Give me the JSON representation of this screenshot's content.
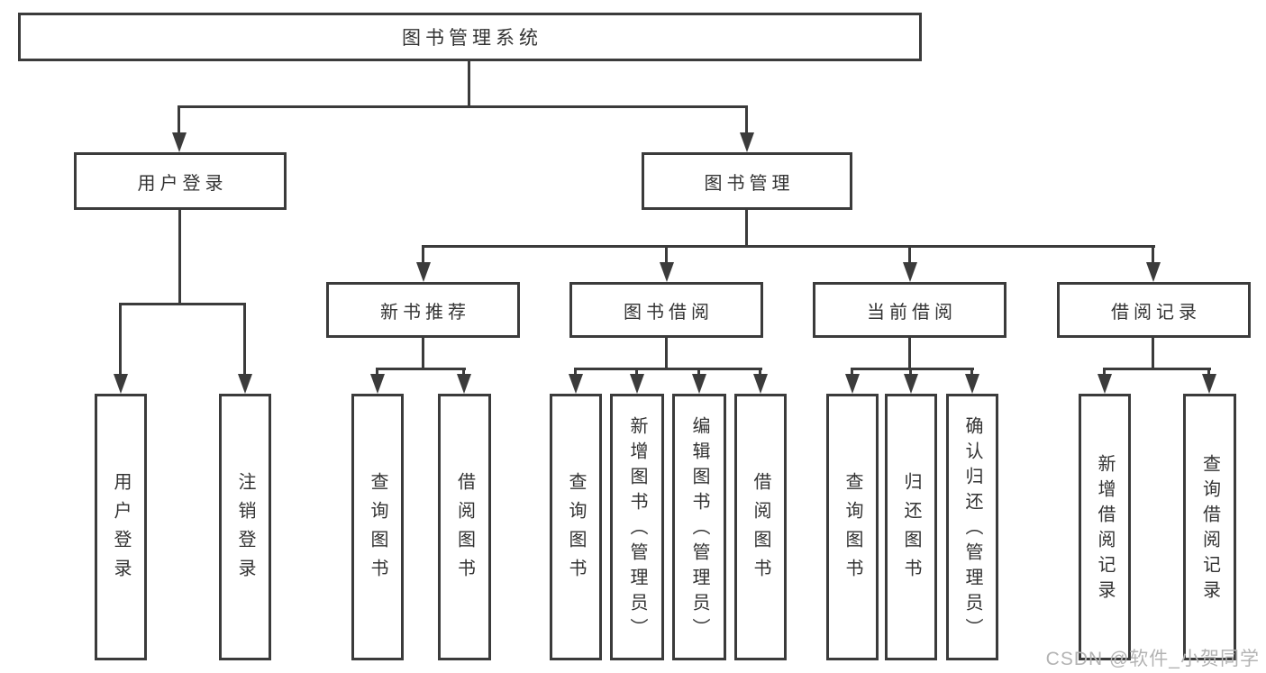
{
  "diagram": {
    "root": {
      "label": "图书管理系统"
    },
    "level2": [
      {
        "label": "用户登录"
      },
      {
        "label": "图书管理"
      }
    ],
    "level3": [
      {
        "label": "新书推荐"
      },
      {
        "label": "图书借阅"
      },
      {
        "label": "当前借阅"
      },
      {
        "label": "借阅记录"
      }
    ],
    "leaves": {
      "user_login": [
        "用户登录",
        "注销登录"
      ],
      "new_books": [
        "查询图书",
        "借阅图书"
      ],
      "book_borrow": [
        "查询图书",
        "新增图书（管理员）",
        "编辑图书（管理员）",
        "借阅图书"
      ],
      "current_borrow": [
        "查询图书",
        "归还图书",
        "确认归还（管理员）"
      ],
      "borrow_records": [
        "新增借阅记录",
        "查询借阅记录"
      ]
    },
    "watermark": "CSDN @软件_小贺同学",
    "colors": {
      "line": "#3b3b3b",
      "box_background": "#ffffff",
      "text": "#333333",
      "background": "#ffffff",
      "watermark_text": "#b3b3b3"
    }
  }
}
